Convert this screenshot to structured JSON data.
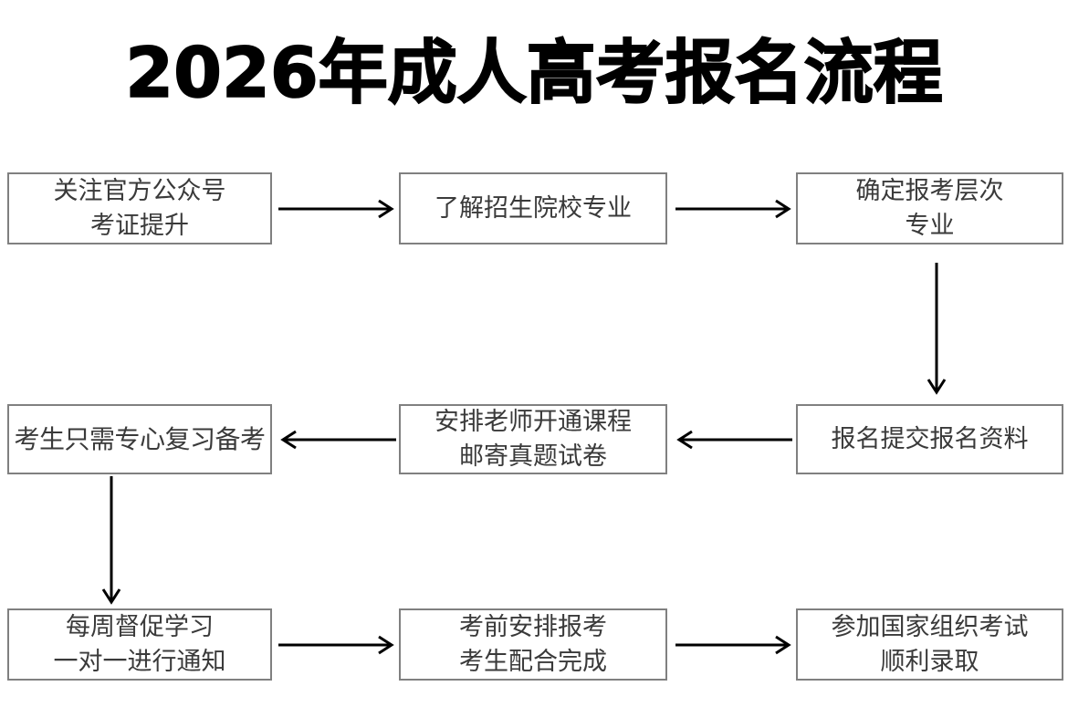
{
  "page": {
    "title": "2026年成人高考报名流程",
    "background_color": "#ffffff",
    "title_color": "#000000",
    "box_border_color": "#808080",
    "box_text_color": "#3a3a3a",
    "arrow_color": "#000000"
  },
  "flow": {
    "nodes": [
      {
        "id": "follow-official-account",
        "lines": [
          "关注官方公众号",
          "考证提升"
        ],
        "line1": "关注官方公众号",
        "line2": "考证提升"
      },
      {
        "id": "learn-schools-majors",
        "lines": [
          "了解招生院校专业"
        ],
        "line1": "了解招生院校专业",
        "line2": ""
      },
      {
        "id": "confirm-level-major",
        "lines": [
          "确定报考层次",
          "专业"
        ],
        "line1": "确定报考层次",
        "line2": "专业"
      },
      {
        "id": "focus-on-review",
        "lines": [
          "考生只需专心复习备考"
        ],
        "line1": "考生只需专心复习备考",
        "line2": ""
      },
      {
        "id": "teacher-opens-course",
        "lines": [
          "安排老师开通课程",
          "邮寄真题试卷"
        ],
        "line1": "安排老师开通课程",
        "line2": "邮寄真题试卷"
      },
      {
        "id": "submit-application",
        "lines": [
          "报名提交报名资料"
        ],
        "line1": "报名提交报名资料",
        "line2": ""
      },
      {
        "id": "weekly-supervision",
        "lines": [
          "每周督促学习",
          "一对一进行通知"
        ],
        "line1": "每周督促学习",
        "line2": "一对一进行通知"
      },
      {
        "id": "pre-exam-arrangement",
        "lines": [
          "考前安排报考",
          "考生配合完成"
        ],
        "line1": "考前安排报考",
        "line2": "考生配合完成"
      },
      {
        "id": "take-national-exam",
        "lines": [
          "参加国家组织考试",
          "顺利录取"
        ],
        "line1": "参加国家组织考试",
        "line2": "顺利录取"
      }
    ],
    "connectors": [
      {
        "id": "a1",
        "from": "follow-official-account",
        "to": "learn-schools-majors",
        "direction": "right"
      },
      {
        "id": "a2",
        "from": "learn-schools-majors",
        "to": "confirm-level-major",
        "direction": "right"
      },
      {
        "id": "a3",
        "from": "confirm-level-major",
        "to": "submit-application",
        "direction": "down"
      },
      {
        "id": "a4",
        "from": "submit-application",
        "to": "teacher-opens-course",
        "direction": "left"
      },
      {
        "id": "a5",
        "from": "teacher-opens-course",
        "to": "focus-on-review",
        "direction": "left"
      },
      {
        "id": "a6",
        "from": "focus-on-review",
        "to": "weekly-supervision",
        "direction": "down"
      },
      {
        "id": "a7",
        "from": "weekly-supervision",
        "to": "pre-exam-arrangement",
        "direction": "right"
      },
      {
        "id": "a8",
        "from": "pre-exam-arrangement",
        "to": "take-national-exam",
        "direction": "right"
      }
    ]
  }
}
